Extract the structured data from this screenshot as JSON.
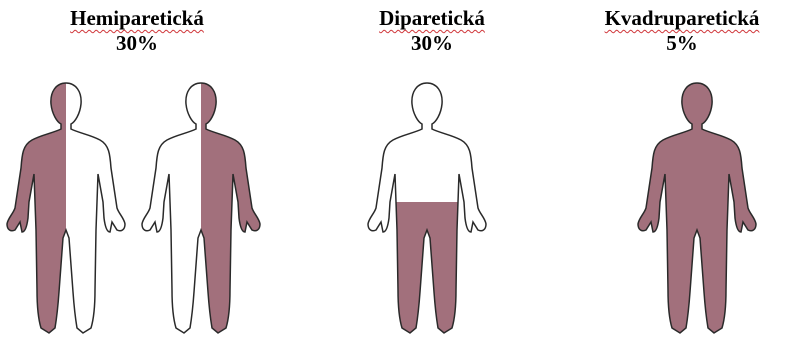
{
  "groups": [
    {
      "title": "Hemiparetická",
      "percent": "30%"
    },
    {
      "title": "Diparetická",
      "percent": "30%"
    },
    {
      "title": "Kvadruparetická",
      "percent": "5%"
    }
  ],
  "colors": {
    "affected": "#a2707c",
    "outline": "#2a2a2a",
    "unaffected": "#ffffff"
  }
}
